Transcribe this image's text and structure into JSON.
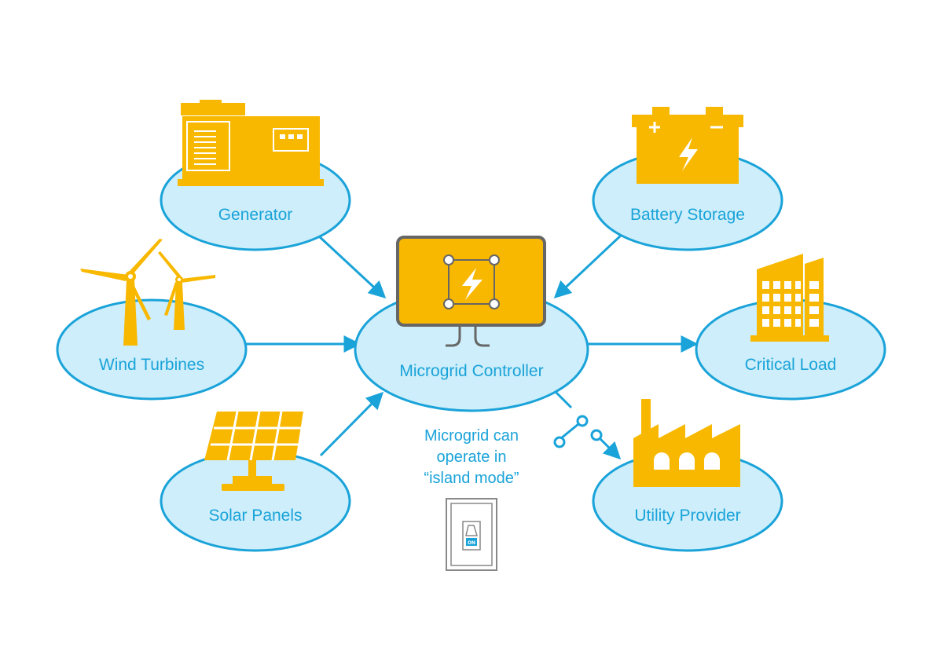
{
  "colors": {
    "accent_fill": "#f8b800",
    "line": "#1aa3d9",
    "bubble_fill": "#cdeefa",
    "controller_border": "#666666"
  },
  "nodes": {
    "generator": {
      "label": "Generator",
      "icon": "generator-icon"
    },
    "battery": {
      "label": "Battery Storage",
      "icon": "battery-icon"
    },
    "wind": {
      "label": "Wind Turbines",
      "icon": "wind-turbine-icon"
    },
    "controller": {
      "label": "Microgrid Controller",
      "icon": "controller-monitor-icon"
    },
    "load": {
      "label": "Critical Load",
      "icon": "building-icon"
    },
    "solar": {
      "label": "Solar Panels",
      "icon": "solar-panel-icon"
    },
    "utility": {
      "label": "Utility Provider",
      "icon": "factory-icon"
    }
  },
  "island_note": {
    "lines": [
      "Microgrid can",
      "operate in",
      "“island mode”"
    ],
    "switch_label": "ON"
  }
}
